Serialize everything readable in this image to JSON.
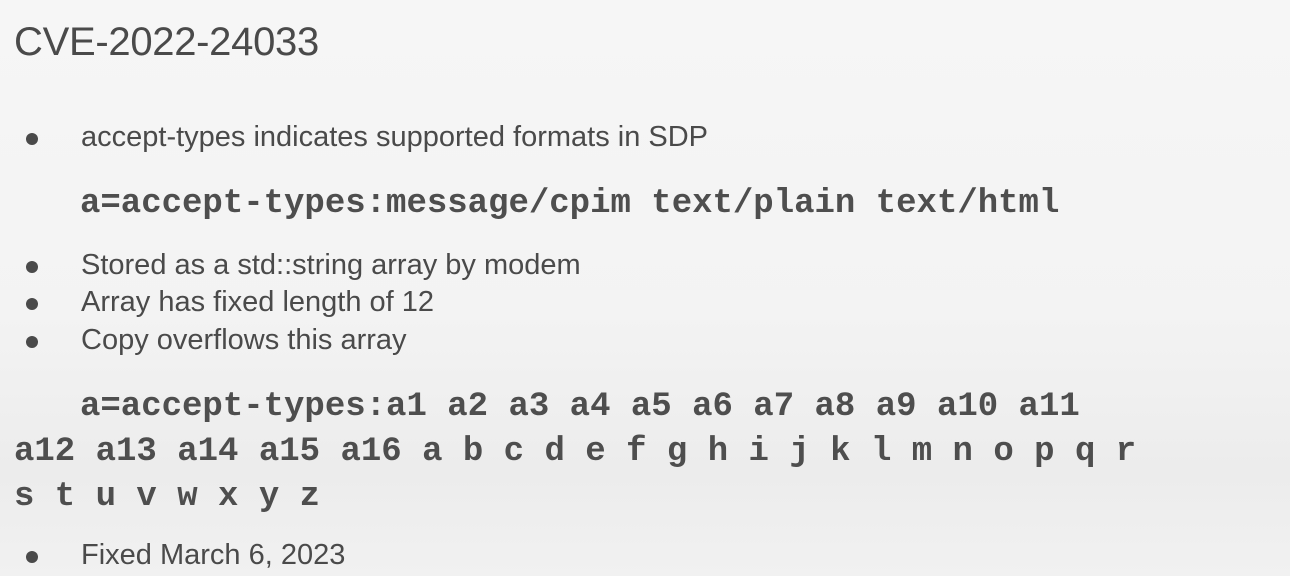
{
  "slide": {
    "title": "CVE-2022-24033",
    "bullets": [
      "accept-types indicates supported formats in SDP",
      "Stored as a std::string array by modem",
      "Array has fixed length of 12",
      "Copy overflows this array",
      "Fixed March 6, 2023"
    ],
    "code_example_1": "a=accept-types:message/cpim text/plain text/html",
    "code_example_2": {
      "line1": "a=accept-types:a1 a2 a3 a4 a5 a6 a7 a8 a9 a10 a11",
      "line2": "a12 a13 a14 a15 a16 a b c d e f g h i j k l m n o p q r",
      "line3": "s t u v w x y z"
    }
  }
}
